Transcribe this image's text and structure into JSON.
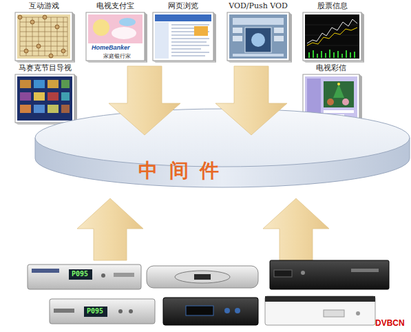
{
  "diagram": {
    "nodes": [
      {
        "text": [
          "互动游戏"
        ]
      },
      {
        "text": [
          "电视支付宝"
        ]
      },
      {
        "text": [
          "网页浏览"
        ]
      },
      {
        "text": [
          "VOD/Push VOD"
        ]
      },
      {
        "text": [
          "股票信息"
        ]
      },
      {
        "text": [
          "马赛克节目导视"
        ]
      },
      {
        "text": [
          "电视彩信"
        ]
      },
      {
        "text": [
          "中间件"
        ]
      }
    ],
    "labels": [
      "HomeBanker",
      "家庭银行家",
      "P095",
      "P095",
      "DVBCN"
    ]
  }
}
